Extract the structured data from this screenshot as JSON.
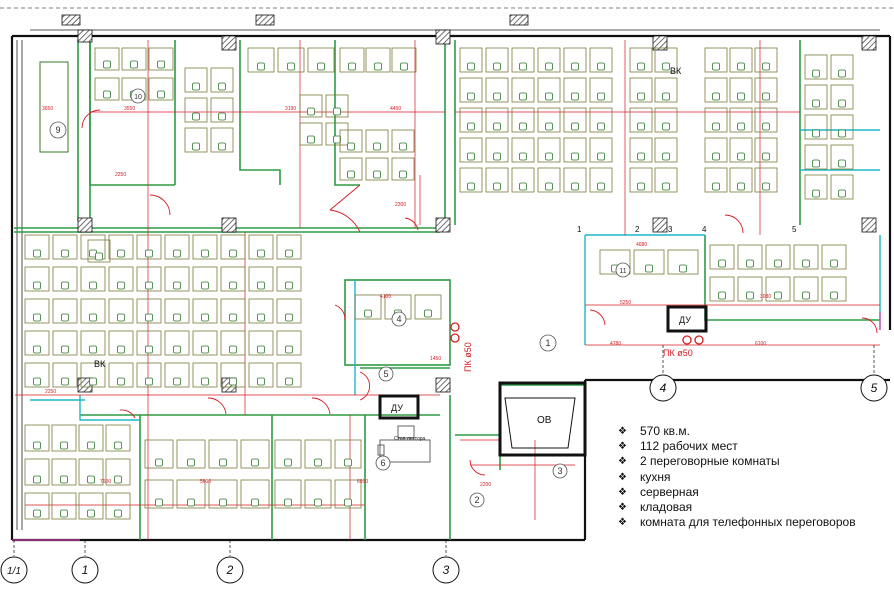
{
  "colors": {
    "wall": "#111111",
    "room_green": "#2e9b45",
    "dim_red": "#d61b22",
    "partition_cyan": "#1fb6c8",
    "furniture": "#7a7a3a",
    "column_hatch": "#333333",
    "accent_magenta": "#d23fb4"
  },
  "plan": {
    "room_numbers": [
      "9",
      "10",
      "4",
      "5",
      "1",
      "11",
      "6",
      "2",
      "3"
    ],
    "equipment": {
      "vk_top": "ВК",
      "vk_left": "ВК",
      "du_right": "ДУ",
      "du_center": "ДУ",
      "ov": "ОВ",
      "pk_center": "ПК ø50",
      "pk_right": "ПК ø50",
      "lecturer_table": "Стол лектора"
    },
    "axis_labels": [
      "1/1",
      "1",
      "2",
      "3",
      "4",
      "5"
    ],
    "dimensions": [
      "3650",
      "3550",
      "3190",
      "4450",
      "2250",
      "2300",
      "4680",
      "5250",
      "3080",
      "4100",
      "2250",
      "5600",
      "6950",
      "7600",
      "6100",
      "4780",
      "1450",
      "2200"
    ],
    "column_numbers": [
      "1",
      "2",
      "3",
      "4",
      "5"
    ]
  },
  "info": {
    "items": [
      "570 кв.м.",
      "112 рабочих мест",
      "2 переговорные комнаты",
      "кухня",
      "серверная",
      "кладовая",
      "комната для телефонных переговоров"
    ]
  }
}
